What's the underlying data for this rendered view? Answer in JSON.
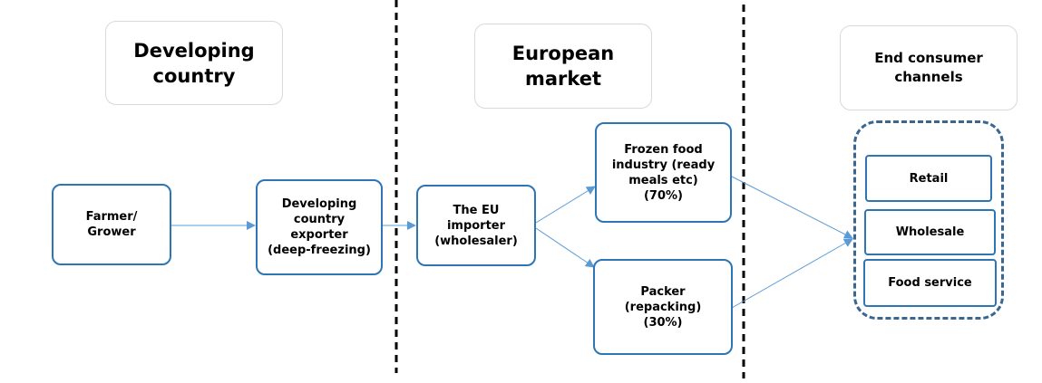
{
  "colors": {
    "node_border": "#2e75b6",
    "arrow": "#5b9bd5",
    "header_border": "#d9d9d9",
    "group_border": "#3a6690",
    "divider": "#000000"
  },
  "columns": {
    "developing": "Developing\ncountry",
    "european": "European\nmarket",
    "consumer": "End consumer\nchannels"
  },
  "nodes": {
    "farmer": "Farmer/\nGrower",
    "exporter": "Developing\ncountry\nexporter\n(deep-freezing)",
    "importer": "The EU\nimporter\n(wholesaler)",
    "frozen_food": "Frozen food\nindustry (ready\nmeals etc)\n(70%)",
    "packer": "Packer\n(repacking)\n(30%)"
  },
  "channels": [
    "Retail",
    "Wholesale",
    "Food service"
  ]
}
